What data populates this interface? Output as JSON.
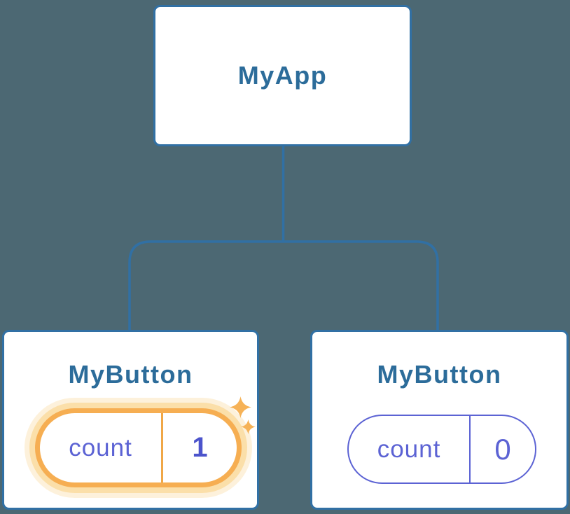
{
  "diagram": {
    "root": {
      "label": "MyApp"
    },
    "children": [
      {
        "label": "MyButton",
        "state": {
          "key": "count",
          "value": "1"
        },
        "highlighted": true
      },
      {
        "label": "MyButton",
        "state": {
          "key": "count",
          "value": "0"
        },
        "highlighted": false
      }
    ]
  },
  "colors": {
    "background": "#4C6873",
    "connector_line": "#3170A4",
    "node_border": "#3170A4",
    "node_background": "#FFFFFF",
    "node_title_text": "#2C6C9A",
    "state_key_text": "#5C63D4",
    "state_default_border": "#5C63D4",
    "state_highlight_value_text": "#4C54CC",
    "state_highlight_border": "#F6AE52",
    "state_highlight_glow": "#FBDFA9",
    "sparkle": "#F6B257"
  }
}
